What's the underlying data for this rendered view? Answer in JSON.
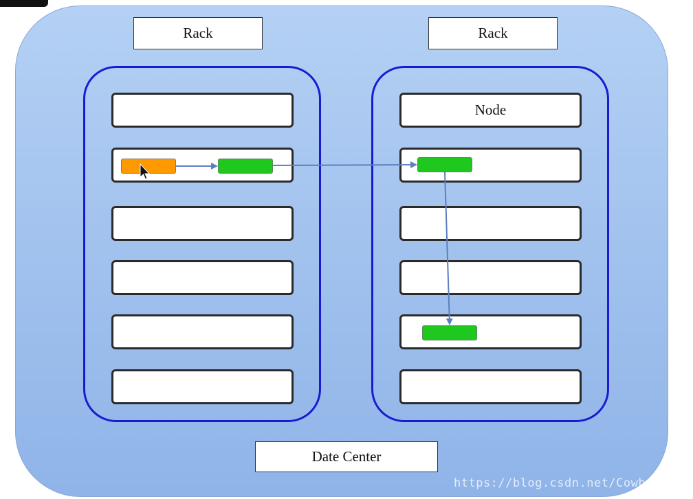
{
  "rack_labels": [
    "Rack",
    "Rack"
  ],
  "node_label": "Node",
  "datacenter_label": "Date Center",
  "watermark": "https://blog.csdn.net/CowboySoBusy",
  "colors": {
    "datacenter_fill": "#a6c4f0",
    "rack_border": "#1a1ad0",
    "replica_block": "#1ec81e",
    "source_block": "#ff9900",
    "arrow": "#5b7fc0"
  },
  "icons": [
    "mouse-cursor-icon"
  ]
}
